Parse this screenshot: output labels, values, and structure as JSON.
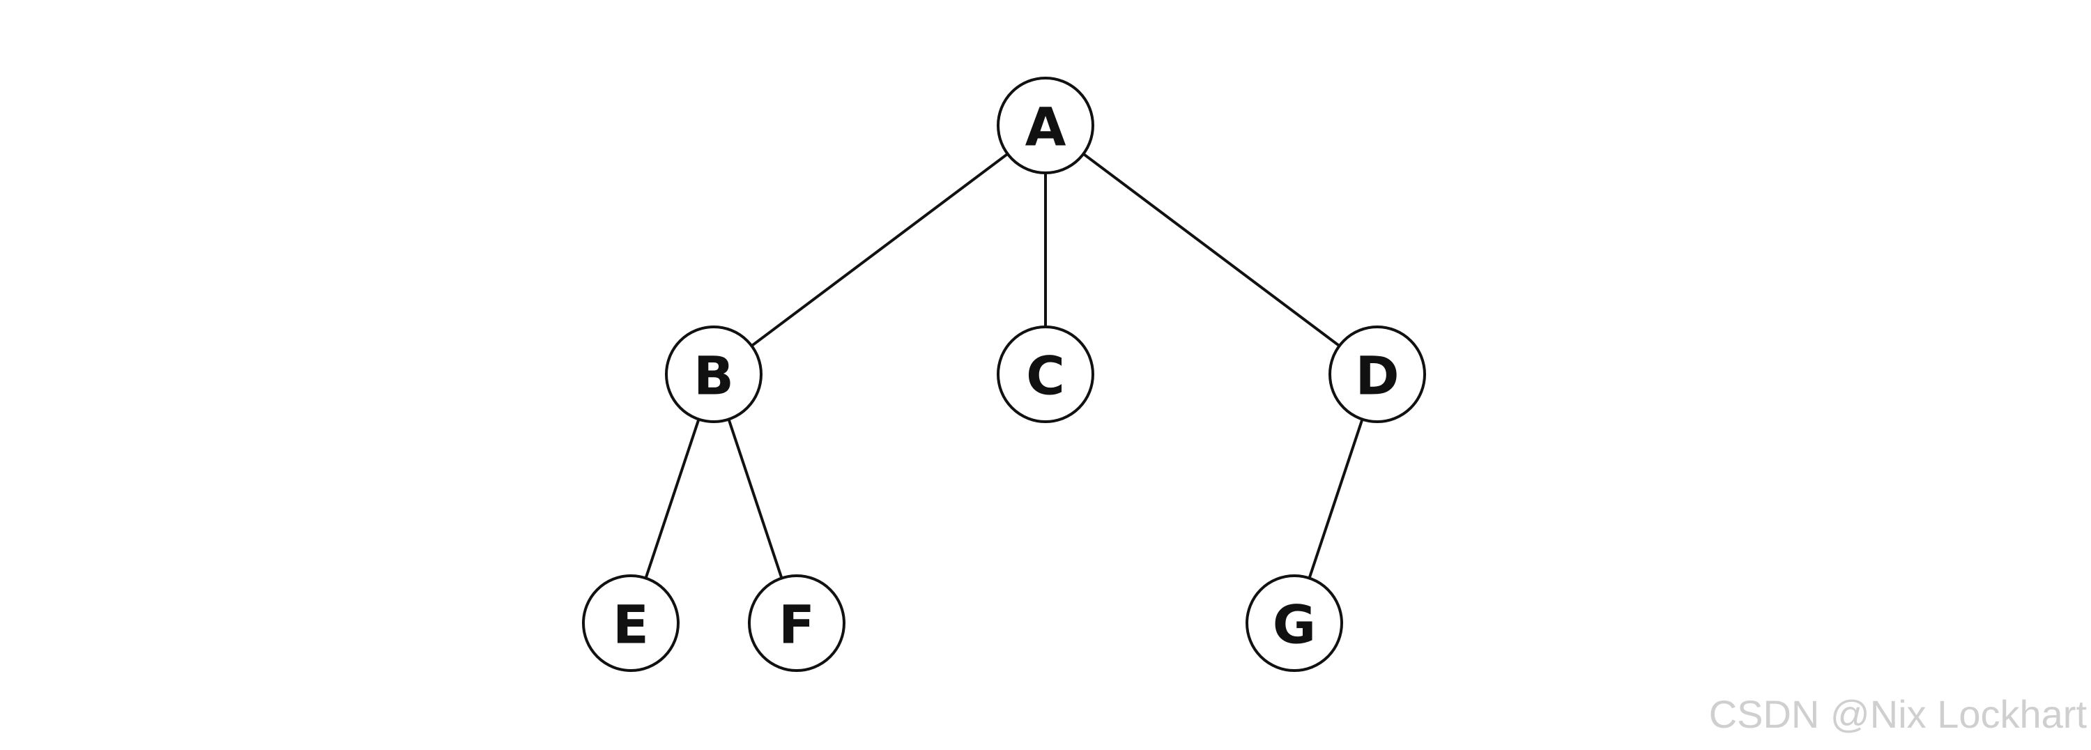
{
  "nodes": [
    {
      "id": "A",
      "label": "A"
    },
    {
      "id": "B",
      "label": "B"
    },
    {
      "id": "C",
      "label": "C"
    },
    {
      "id": "D",
      "label": "D"
    },
    {
      "id": "E",
      "label": "E"
    },
    {
      "id": "F",
      "label": "F"
    },
    {
      "id": "G",
      "label": "G"
    }
  ],
  "edges": [
    {
      "from": "A",
      "to": "B"
    },
    {
      "from": "A",
      "to": "C"
    },
    {
      "from": "A",
      "to": "D"
    },
    {
      "from": "B",
      "to": "E"
    },
    {
      "from": "B",
      "to": "F"
    },
    {
      "from": "D",
      "to": "G"
    }
  ],
  "watermark": "CSDN @Nix Lockhart"
}
